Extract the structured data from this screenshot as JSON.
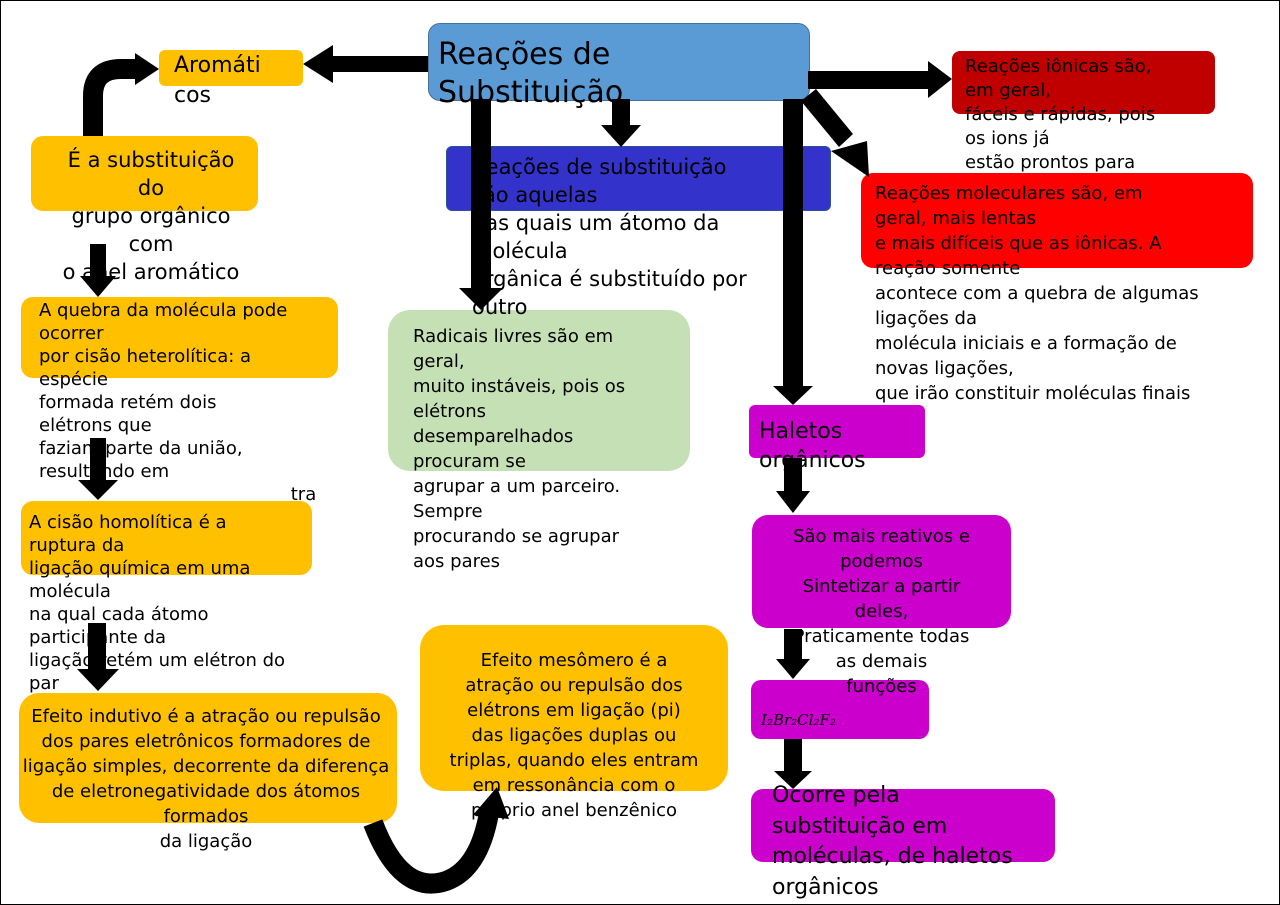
{
  "title": "Reações de\nSubstituição",
  "aromaticos": "Aromáti\ncos",
  "substituicao_aromatica": "É a substituição\ndo\ngrupo orgânico\ncom\no anel aromático",
  "definicao": "Reações de substituição\nsão aquelas\nnas quais um átomo da\nmolécula\norgânica é substituído por\noutro",
  "ionicas": "Reações iônicas são,\nem geral,\nfáceis e rápidas, pois\nos ions já\nestão prontos para",
  "moleculares": "Reações moleculares são, em\ngeral, mais lentas\ne mais difíceis que as iônicas. A\nreação somente\nacontece com a quebra de algumas\nligações da\nmolécula iniciais e a formação de\nnovas ligações,\nque irão constituir moléculas finais",
  "radicais": "Radicais livres são em\ngeral,\nmuito instáveis, pois os\nelétrons\ndesemparelhados\nprocuram se\nagrupar a um parceiro.\nSempre\nprocurando se agrupar\naos pares",
  "heterolitica": "A quebra da molécula pode\nocorrer\npor cisão heterolítica: a\nespécie\nformada retém dois\nelétrons que\nfaziam parte da união,\nresultando em\n                                            tra",
  "homolitica": "A cisão homolítica é a\nruptura da\nligação química em uma\nmolécula\nna qual cada átomo\nparticipante da\nligação retém um elétron do\npar",
  "indutivo": "Efeito indutivo é a atração ou repulsão\ndos pares eletrônicos formadores de\nligação simples, decorrente da diferença\nde eletronegatividade dos átomos\nformados\nda ligação",
  "mesomero": "Efeito mesômero é a\natração ou repulsão dos\nelétrons em ligação (pi)\ndas ligações duplas ou\ntriplas, quando eles entram\nem ressonância com o\npróprio anel benzênico",
  "haletos": "Haletos\norgânicos",
  "reativos": "São mais reativos e\npodemos\nSintetizar a partir\ndeles,\nPraticamente todas\nas demais\nfunções",
  "formula": "I₂Br₂Cl₂F₂",
  "ocorre": "Ocorre pela\nsubstituição em\nmoléculas, de haletos\norgânicos",
  "colors": {
    "title": "#5b9bd5",
    "orange": "#ffc000",
    "blue": "#3333cc",
    "darkred": "#c00000",
    "red": "#ff0000",
    "green": "#c5e0b4",
    "magenta": "#cc00cc"
  }
}
